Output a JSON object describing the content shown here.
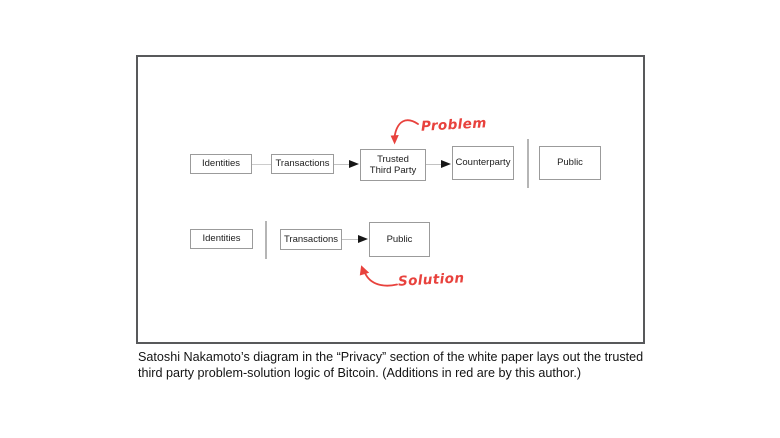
{
  "diagram": {
    "row1": {
      "identities": "Identities",
      "transactions": "Transactions",
      "trusted_third_party": "Trusted Third Party",
      "counterparty": "Counterparty",
      "public": "Public"
    },
    "row2": {
      "identities": "Identities",
      "transactions": "Transactions",
      "public": "Public"
    },
    "annotations": {
      "problem_label": "Problem",
      "solution_label": "Solution",
      "annotation_color": "#e8423d"
    }
  },
  "caption": {
    "line1": "Satoshi Nakamoto’s diagram in the “Privacy” section of the white paper lays out the trusted",
    "line2": "third party problem-solution logic of Bitcoin. (Additions in red are by this author.)"
  }
}
